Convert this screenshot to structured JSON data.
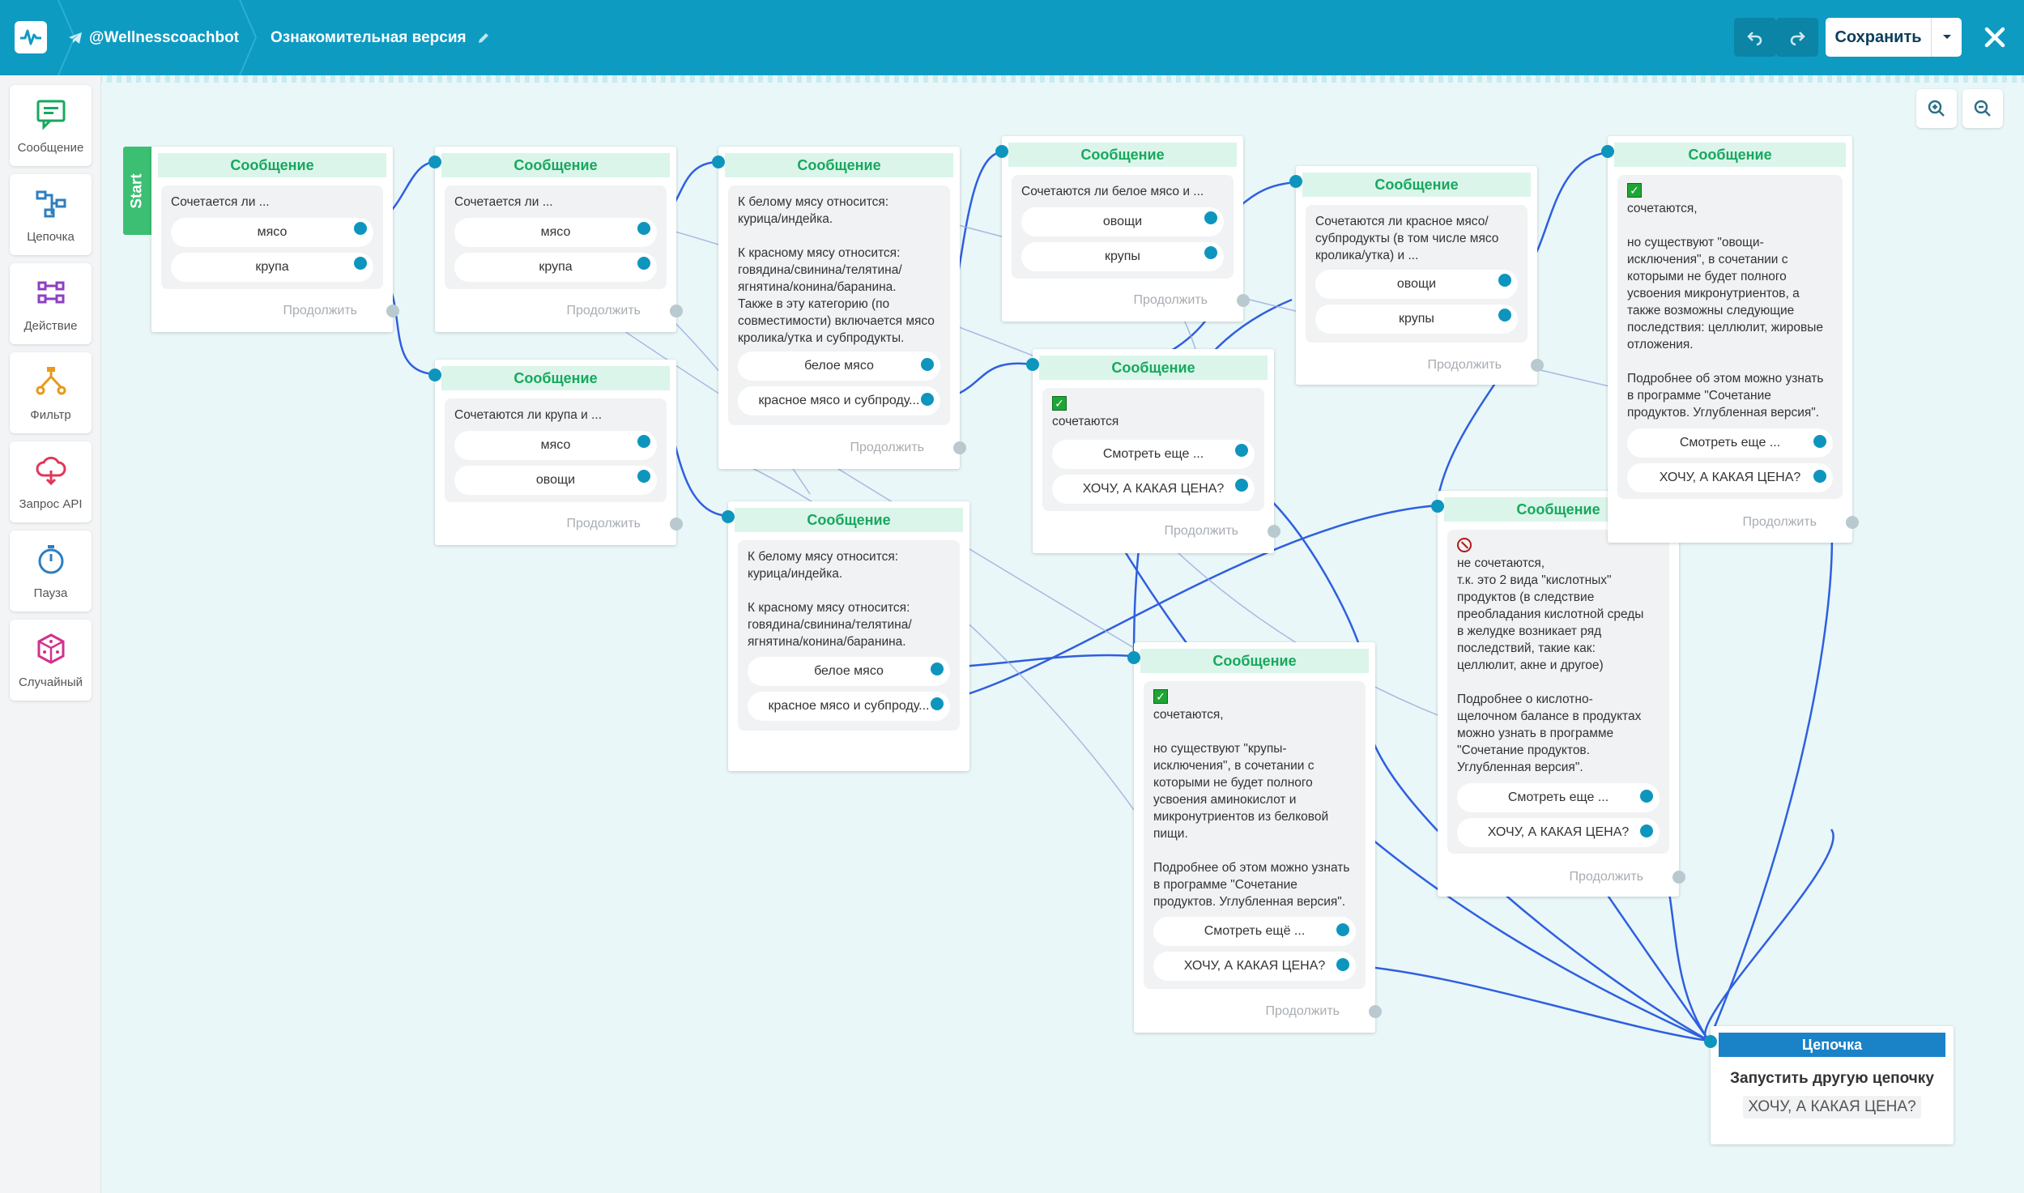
{
  "header": {
    "bot_name": "@Wellnesscoachbot",
    "version": "Ознакомительная версия",
    "save_label": "Сохранить"
  },
  "sidebar": {
    "items": [
      {
        "label": "Сообщение",
        "icon": "message-icon"
      },
      {
        "label": "Цепочка",
        "icon": "chain-icon"
      },
      {
        "label": "Действие",
        "icon": "action-icon"
      },
      {
        "label": "Фильтр",
        "icon": "filter-icon"
      },
      {
        "label": "Запрос API",
        "icon": "api-request-icon"
      },
      {
        "label": "Пауза",
        "icon": "timer-icon"
      },
      {
        "label": "Случайный",
        "icon": "dice-icon"
      }
    ]
  },
  "canvas": {
    "start_label": "Start",
    "continue_label": "Продолжить",
    "nodes": [
      {
        "title": "Сообщение",
        "text": "Сочетается ли ...",
        "options": [
          "мясо",
          "крупа"
        ]
      },
      {
        "title": "Сообщение",
        "text": "Сочетается ли ...",
        "options": [
          "мясо",
          "крупа"
        ]
      },
      {
        "title": "Сообщение",
        "text": "Сочетаются ли крупа и ...",
        "options": [
          "мясо",
          "овощи"
        ]
      },
      {
        "title": "Сообщение",
        "text": "К белому мясу относится:\nкурица/индейка.\n\nК красному мясу относится:\nговядина/свинина/телятина/\nягнятина/конина/баранина.\nТакже в эту категорию (по\nсовместимости) включается мясо\nкролика/утка и субпродукты.",
        "options": [
          "белое мясо",
          "красное мясо и субпроду..."
        ]
      },
      {
        "title": "Сообщение",
        "text": "К белому мясу относится:\nкурица/индейка.\n\nК красному мясу относится:\nговядина/свинина/телятина/\nягнятина/конина/баранина.",
        "options": [
          "белое мясо",
          "красное мясо и субпроду..."
        ]
      },
      {
        "title": "Сообщение",
        "text": "Сочетаются ли белое мясо и ...",
        "options": [
          "овощи",
          "крупы"
        ]
      },
      {
        "title": "Сообщение",
        "text": "сочетаются",
        "options": [
          "Смотреть еще ...",
          "ХОЧУ, А КАКАЯ ЦЕНА?"
        ]
      },
      {
        "title": "Сообщение",
        "text": "Сочетаются ли красное мясо/\nсубпродукты (в том числе мясо\nкролика/утка) и ...",
        "options": [
          "овощи",
          "крупы"
        ]
      },
      {
        "title": "Сообщение",
        "text": "сочетаются,\n\nно существуют \"крупы-\nисключения\", в сочетании с\nкоторыми не будет полного\nусвоения аминокислот и\nмикронутриентов из белковой\nпищи.\n\nПодробнее об этом можно узнать\nв программе \"Сочетание\nпродуктов. Углубленная версия\".",
        "options": [
          "Смотреть ещё ...",
          "ХОЧУ, А КАКАЯ ЦЕНА?"
        ]
      },
      {
        "title": "Сообщение",
        "text": "не сочетаются,\nт.к. это 2 вида \"кислотных\"\nпродуктов (в следствие\nпреобладания кислотной среды\nв желудке возникает ряд\nпоследствий, такие как:\nцеллюлит, акне и другое)\n\nПодробнее о кислотно-\nщелочном балансе в продуктах\nможно узнать в программе\n\"Сочетание продуктов.\nУглубленная версия\".",
        "options": [
          "Смотреть еще ...",
          "ХОЧУ, А КАКАЯ ЦЕНА?"
        ]
      },
      {
        "title": "Сообщение",
        "text": "сочетаются,\n\nно существуют \"овощи-\nисключения\", в сочетании с\nкоторыми не будет полного\nусвоения микронутриентов, а\nтакже возможны следующие\nпоследствия: целлюлит, жировые\nотложения.\n\nПодробнее об этом можно узнать\nв программе \"Сочетание\nпродуктов. Углубленная версия\".",
        "options": [
          "Смотреть еще ...",
          "ХОЧУ, А КАКАЯ ЦЕНА?"
        ]
      }
    ],
    "chain": {
      "title": "Цепочка",
      "action": "Запустить другую цепочку",
      "target": "ХОЧУ, А КАКАЯ ЦЕНА?"
    }
  }
}
